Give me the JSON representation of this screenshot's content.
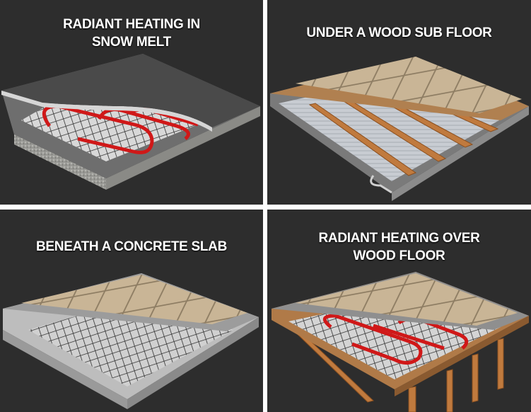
{
  "panels": [
    {
      "title": "RADIANT HEATING IN\nSNOW MELT"
    },
    {
      "title": "UNDER A WOOD SUB FLOOR"
    },
    {
      "title": "BENEATH A CONCRETE SLAB"
    },
    {
      "title": "RADIANT HEATING OVER\nWOOD FLOOR"
    }
  ],
  "colors": {
    "background": "#2d2d2d",
    "tile": "#c9b596",
    "tube": "#d01818",
    "wood": "#c07a3e",
    "mesh": "#3a3a3a",
    "asphalt": "#4a4a4a"
  }
}
